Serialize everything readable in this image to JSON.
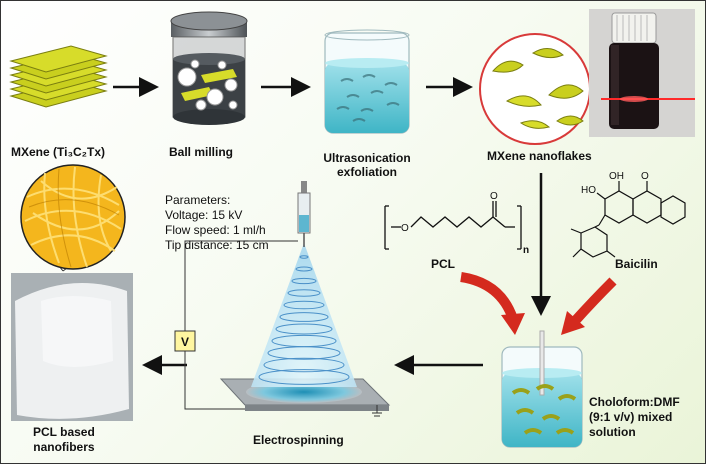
{
  "labels": {
    "mxene": "MXene (Ti₃C₂Tx)",
    "ball_milling": "Ball milling",
    "ultrasonication_line1": "Ultrasonication",
    "ultrasonication_line2": "exfoliation",
    "nanoflakes": "MXene nanoflakes",
    "pcl": "PCL",
    "baicilin": "Baicilin",
    "solution_line1": "Choloform:DMF",
    "solution_line2": "(9:1 v/v) mixed",
    "solution_line3": "solution",
    "electrospinning": "Electrospinning",
    "fibers_line1": "PCL based",
    "fibers_line2": "nanofibers",
    "voltmeter": "V",
    "pcl_subscript": "n"
  },
  "parameters": {
    "title": "Parameters:",
    "voltage": "Voltage: 15 kV",
    "flow_speed": "Flow speed: 1 ml/h",
    "tip_distance": "Tip distance: 15 cm"
  },
  "colors": {
    "mxene_yellow": "#d7dc2a",
    "solution_blue": "#56c3d2",
    "arrow_red": "#d42a1e",
    "zoom_circle": "#d83a3a",
    "spray_blue": "#4a90c8"
  }
}
